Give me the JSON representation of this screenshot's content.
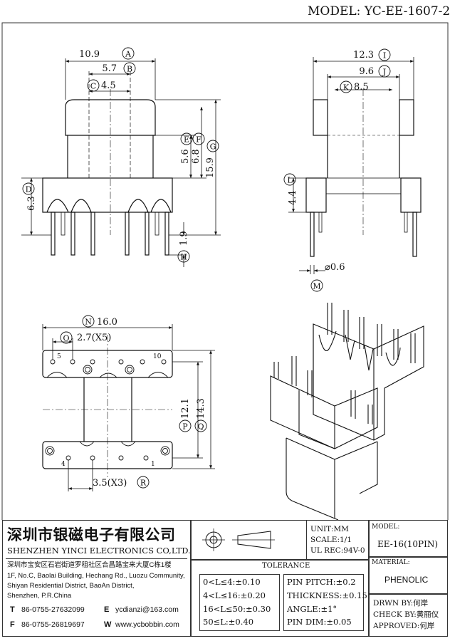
{
  "header": {
    "model_label": "MODEL:",
    "model_value": "YC-EE-1607-2"
  },
  "dims": {
    "A": "10.9",
    "B": "5.7",
    "C": "4.5",
    "D": "6.3",
    "E": "5.6",
    "F": "6.8",
    "G": "15.9",
    "H": "1.9",
    "I": "12.3",
    "J": "9.6",
    "K": "8.5",
    "L": "4.4",
    "M": "⌀0.6",
    "N": "16.0",
    "O": "2.7(X5)",
    "P": "12.1",
    "Q": "14.3",
    "R": "3.5(X3)"
  },
  "pins": {
    "p5": "5",
    "p10": "10",
    "p4": "4",
    "p1": "1"
  },
  "company": {
    "name_cn": "深圳市银磁电子有限公司",
    "name_en": "SHENZHEN YINCI ELECTRONICS CO,LTD.",
    "addr_cn": "深圳市宝安区石岩街道罗租社区合昌路宝来大厦C栋1楼",
    "addr_en_1": "1F, No.C, Baolai Building, Hechang Rd., Luozu Community,",
    "addr_en_2": "Shiyan Residential District, BaoAn District,",
    "addr_en_3": "Shenzhen, P.R.China",
    "tel_label": "T",
    "tel": "86-0755-27632099",
    "fax_label": "F",
    "fax": "86-0755-26819697",
    "email_label": "E",
    "email": "ycdianzi@163.com",
    "web_label": "W",
    "web": "www.ycbobbin.com"
  },
  "specs": {
    "unit": "UNIT:MM",
    "scale": "SCALE:1/1",
    "ul": "UL REC:94V-0"
  },
  "tolerance": {
    "title": "TOLERANCE",
    "r1": "0<L≤4:±0.10",
    "r2": "4<L≤16:±0.20",
    "r3": "16<L≤50:±0.30",
    "r4": "50≤L:±0.40",
    "pin_pitch": "PIN PITCH:±0.2",
    "thickness": "THICKNESS:±0.15",
    "angle": "ANGLE:±1°",
    "pin_dim": "PIN DIM:±0.05"
  },
  "model_block": {
    "label": "MODEL:",
    "value": "EE-16(10PIN)"
  },
  "material_block": {
    "label": "MATERIAL:",
    "value": "PHENOLIC"
  },
  "sign": {
    "drawn_label": "DRWN BY:",
    "drawn": "何岸",
    "check_label": "CHECK BY:",
    "check": "黄丽仪",
    "approved_label": "APPROVED:",
    "approved": "何岸"
  }
}
